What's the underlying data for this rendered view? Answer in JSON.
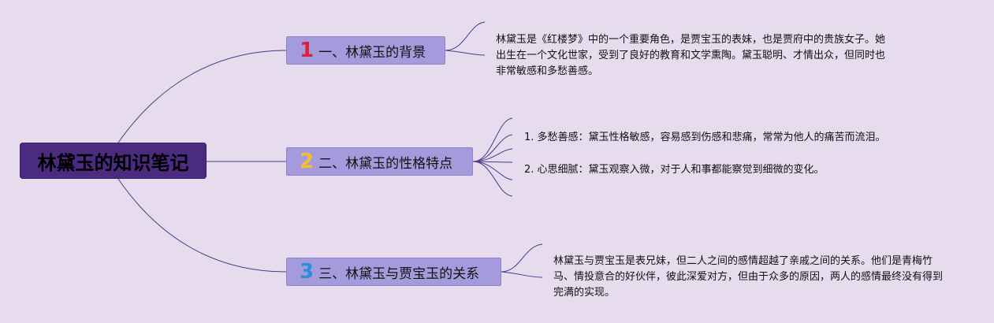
{
  "root": {
    "title": "林黛玉的知识笔记"
  },
  "branches": [
    {
      "number": "1",
      "number_color": "#d8233a",
      "label": "一、林黛玉的背景",
      "text": "林黛玉是《红楼梦》中的一个重要角色，是贾宝玉的表妹，也是贾府中的贵族女子。她出生在一个文化世家，受到了良好的教育和文学熏陶。黛玉聪明、才情出众，但同时也非常敏感和多愁善感。"
    },
    {
      "number": "2",
      "number_color": "#f2c12e",
      "label": "二、林黛玉的性格特点",
      "items": [
        "1. 多愁善感：黛玉性格敏感，容易感到伤感和悲痛，常常为他人的痛苦而流泪。",
        "2. 心思细腻：黛玉观察入微，对于人和事都能察觉到细微的变化。"
      ]
    },
    {
      "number": "3",
      "number_color": "#2a8fd6",
      "label": "三、林黛玉与贾宝玉的关系",
      "text": "林黛玉与贾宝玉是表兄妹，但二人之间的感情超越了亲戚之间的关系。他们是青梅竹马、情投意合的好伙伴，彼此深爱对方，但由于众多的原因，两人的感情最终没有得到完满的实现。"
    }
  ],
  "colors": {
    "background": "#e6dcee",
    "root_fill": "#4b2b80",
    "branch_fill": "#a59bdc",
    "connector": "#4a3a8a"
  }
}
